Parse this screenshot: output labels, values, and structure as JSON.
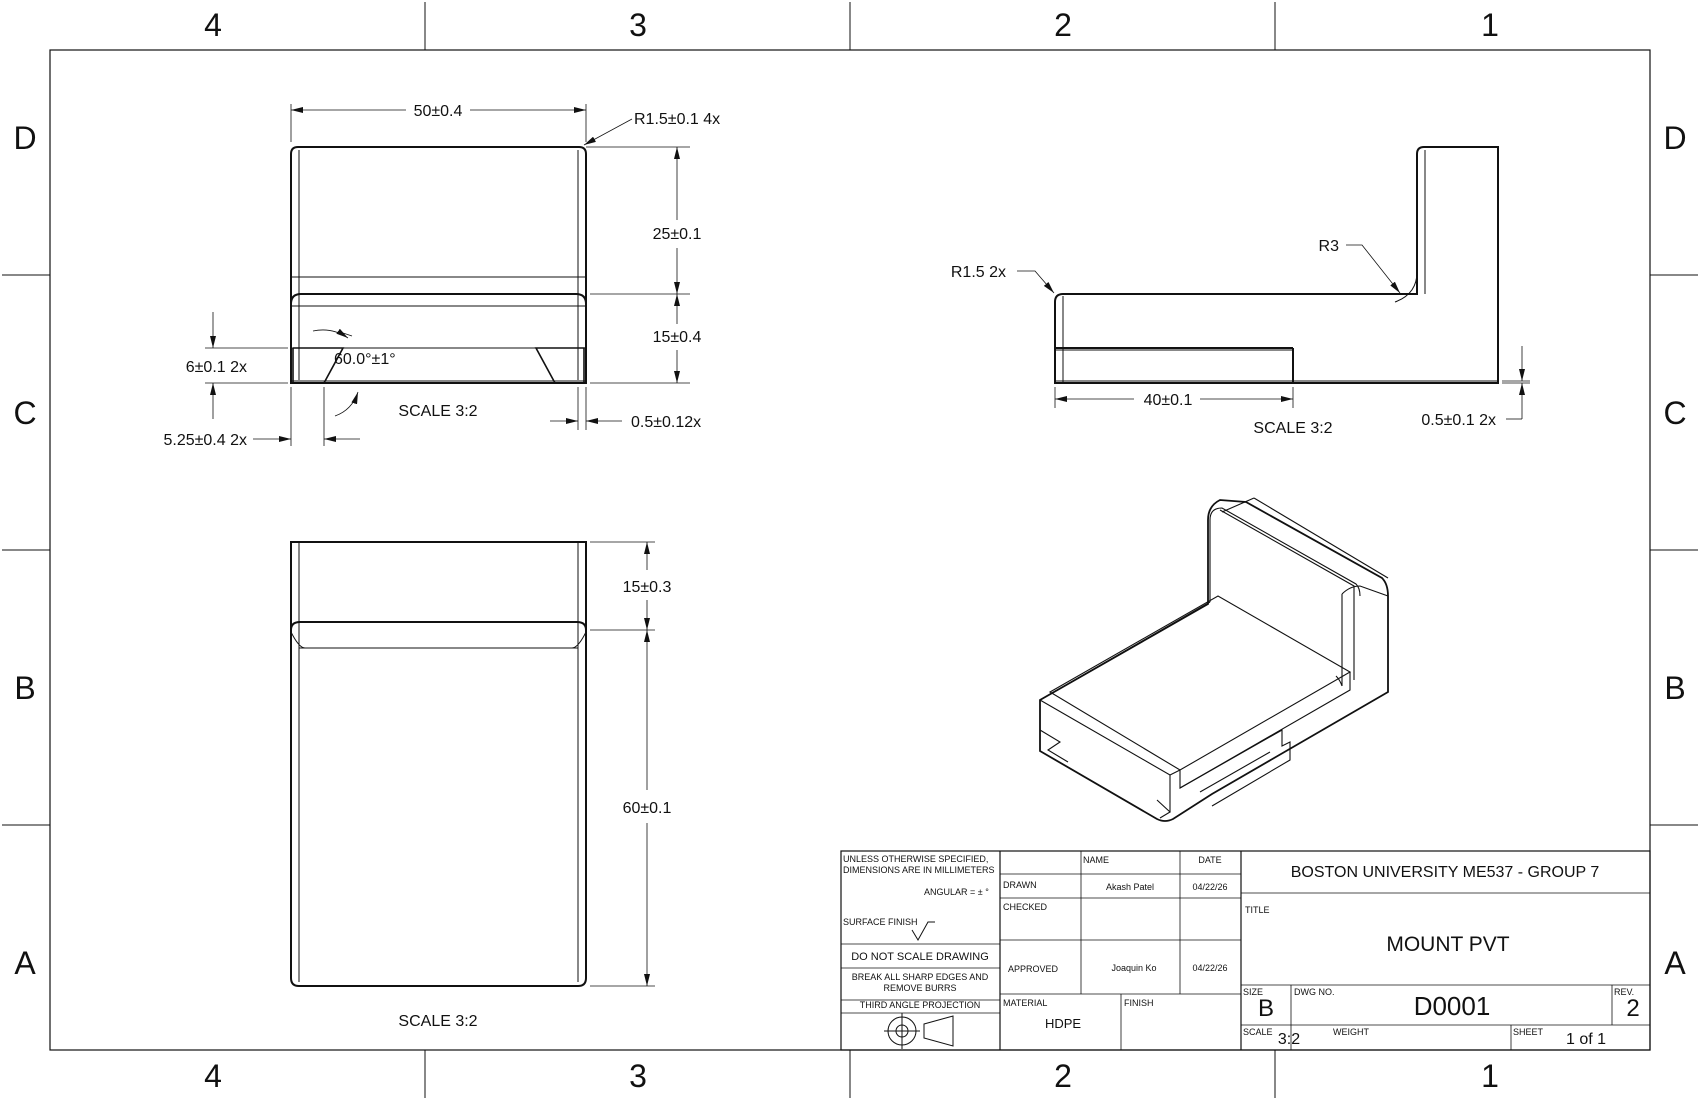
{
  "zones": {
    "top": [
      "4",
      "3",
      "2",
      "1"
    ],
    "bottom": [
      "4",
      "3",
      "2",
      "1"
    ],
    "left": [
      "D",
      "C",
      "B",
      "A"
    ],
    "right": [
      "D",
      "C",
      "B",
      "A"
    ]
  },
  "views": {
    "front": {
      "scale": "SCALE 3:2",
      "dims": {
        "width": "50±0.4",
        "radius": "R1.5±0.1 4x",
        "height_top": "25±0.1",
        "height_mid": "15±0.4",
        "slot_depth": "6±0.1 2x",
        "angle": "60.0°±1°",
        "slot_offset": "5.25±0.4 2x",
        "lip": "0.5±0.12x"
      }
    },
    "side": {
      "scale": "SCALE 3:2",
      "dims": {
        "radius_small": "R1.5 2x",
        "radius_large": "R3",
        "length": "40±0.1",
        "lip": "0.5±0.1 2x"
      }
    },
    "top_view": {
      "scale": "SCALE 3:2",
      "dims": {
        "top_section": "15±0.3",
        "length": "60±0.1"
      }
    }
  },
  "title_block": {
    "unless_specified": "UNLESS OTHERWISE SPECIFIED,",
    "dimensions_mm": "DIMENSIONS ARE IN MILLIMETERS",
    "angular": "ANGULAR = ± °",
    "surface_finish": "SURFACE FINISH",
    "do_not_scale": "DO NOT SCALE DRAWING",
    "break_edges_1": "BREAK ALL SHARP EDGES AND",
    "break_edges_2": "REMOVE BURRS",
    "projection": "THIRD ANGLE PROJECTION",
    "col_name": "NAME",
    "col_date": "DATE",
    "drawn_label": "DRAWN",
    "drawn_name": "Akash Patel",
    "drawn_date": "04/22/26",
    "checked_label": "CHECKED",
    "approved_label": "APPROVED",
    "approved_name": "Joaquin Ko",
    "approved_date": "04/22/26",
    "material_label": "MATERIAL",
    "material": "HDPE",
    "finish_label": "FINISH",
    "organization": "BOSTON UNIVERSITY ME537 - GROUP 7",
    "title_label": "TITLE",
    "title": "MOUNT PVT",
    "size_label": "SIZE",
    "size": "B",
    "dwg_label": "DWG NO.",
    "dwg_no": "D0001",
    "rev_label": "REV.",
    "rev": "2",
    "scale_label": "SCALE",
    "scale": "3:2",
    "weight_label": "WEIGHT",
    "sheet_label": "SHEET",
    "sheet": "1 of 1"
  }
}
